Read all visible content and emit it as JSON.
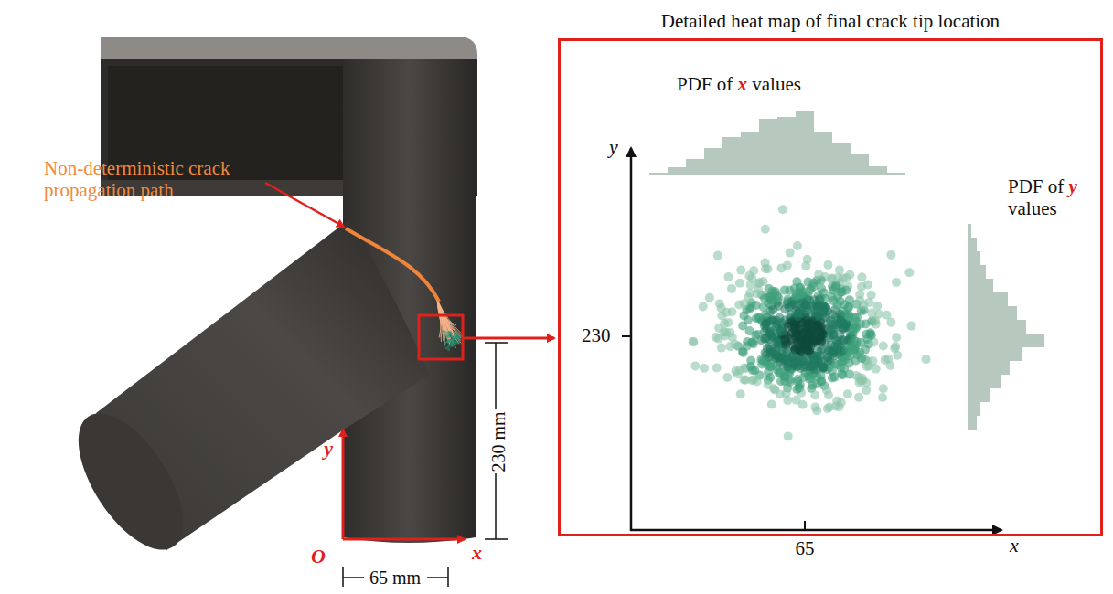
{
  "diagram": {
    "nodes": [
      {
        "text": [
          "Detailed heat map of final crack tip location"
        ]
      }
    ],
    "labels": [
      "Non-deterministic crack propagation path",
      "y",
      "O",
      "x",
      "65 mm",
      "230 mm",
      "PDF of x values",
      "PDF of y values",
      "y",
      "230",
      "65",
      "x"
    ]
  }
}
